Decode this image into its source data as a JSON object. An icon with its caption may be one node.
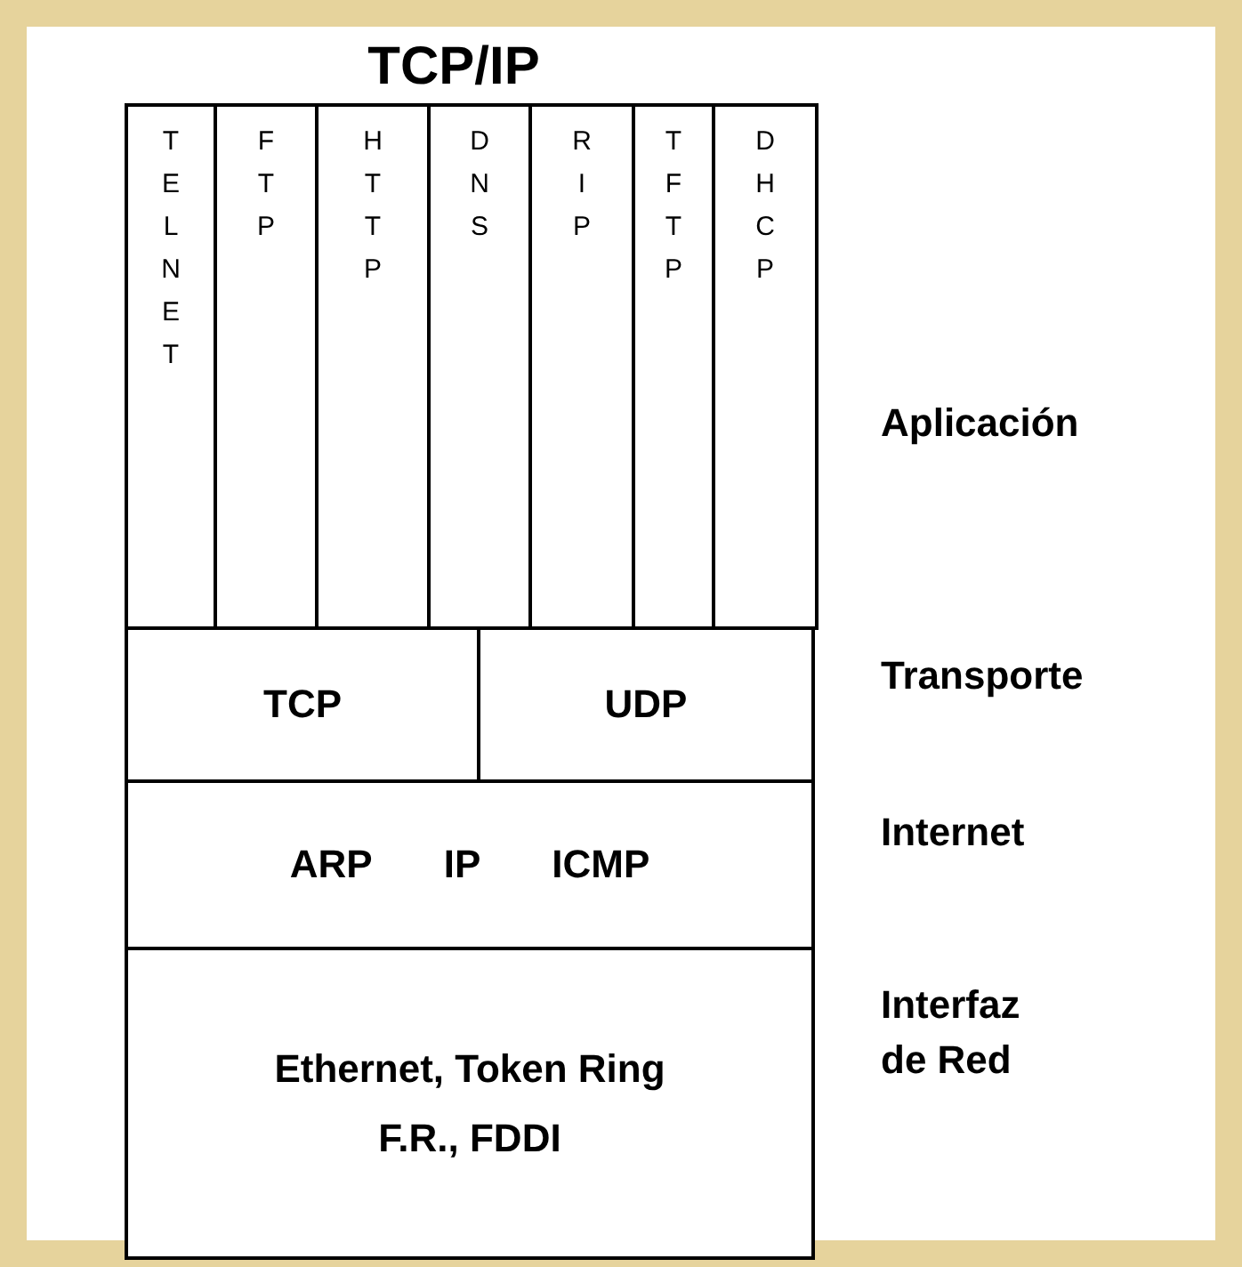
{
  "diagram": {
    "title": "TCP/IP",
    "nodes": [
      {
        "text": [
          "TELNET"
        ]
      },
      {
        "text": [
          "FTP"
        ]
      },
      {
        "text": [
          "HTTP"
        ]
      },
      {
        "text": [
          "DNS"
        ]
      },
      {
        "text": [
          "RIP"
        ]
      },
      {
        "text": [
          "TFTP"
        ]
      },
      {
        "text": [
          "DHCP"
        ]
      },
      {
        "text": [
          "TCP"
        ]
      },
      {
        "text": [
          "UDP"
        ]
      },
      {
        "text": [
          "ARP",
          "IP",
          "ICMP"
        ]
      },
      {
        "text": [
          "Ethernet, Token Ring",
          "F.R., FDDI"
        ]
      }
    ],
    "labels": [
      "Aplicación",
      "Transporte",
      "Internet",
      "Interfaz de Red"
    ]
  }
}
